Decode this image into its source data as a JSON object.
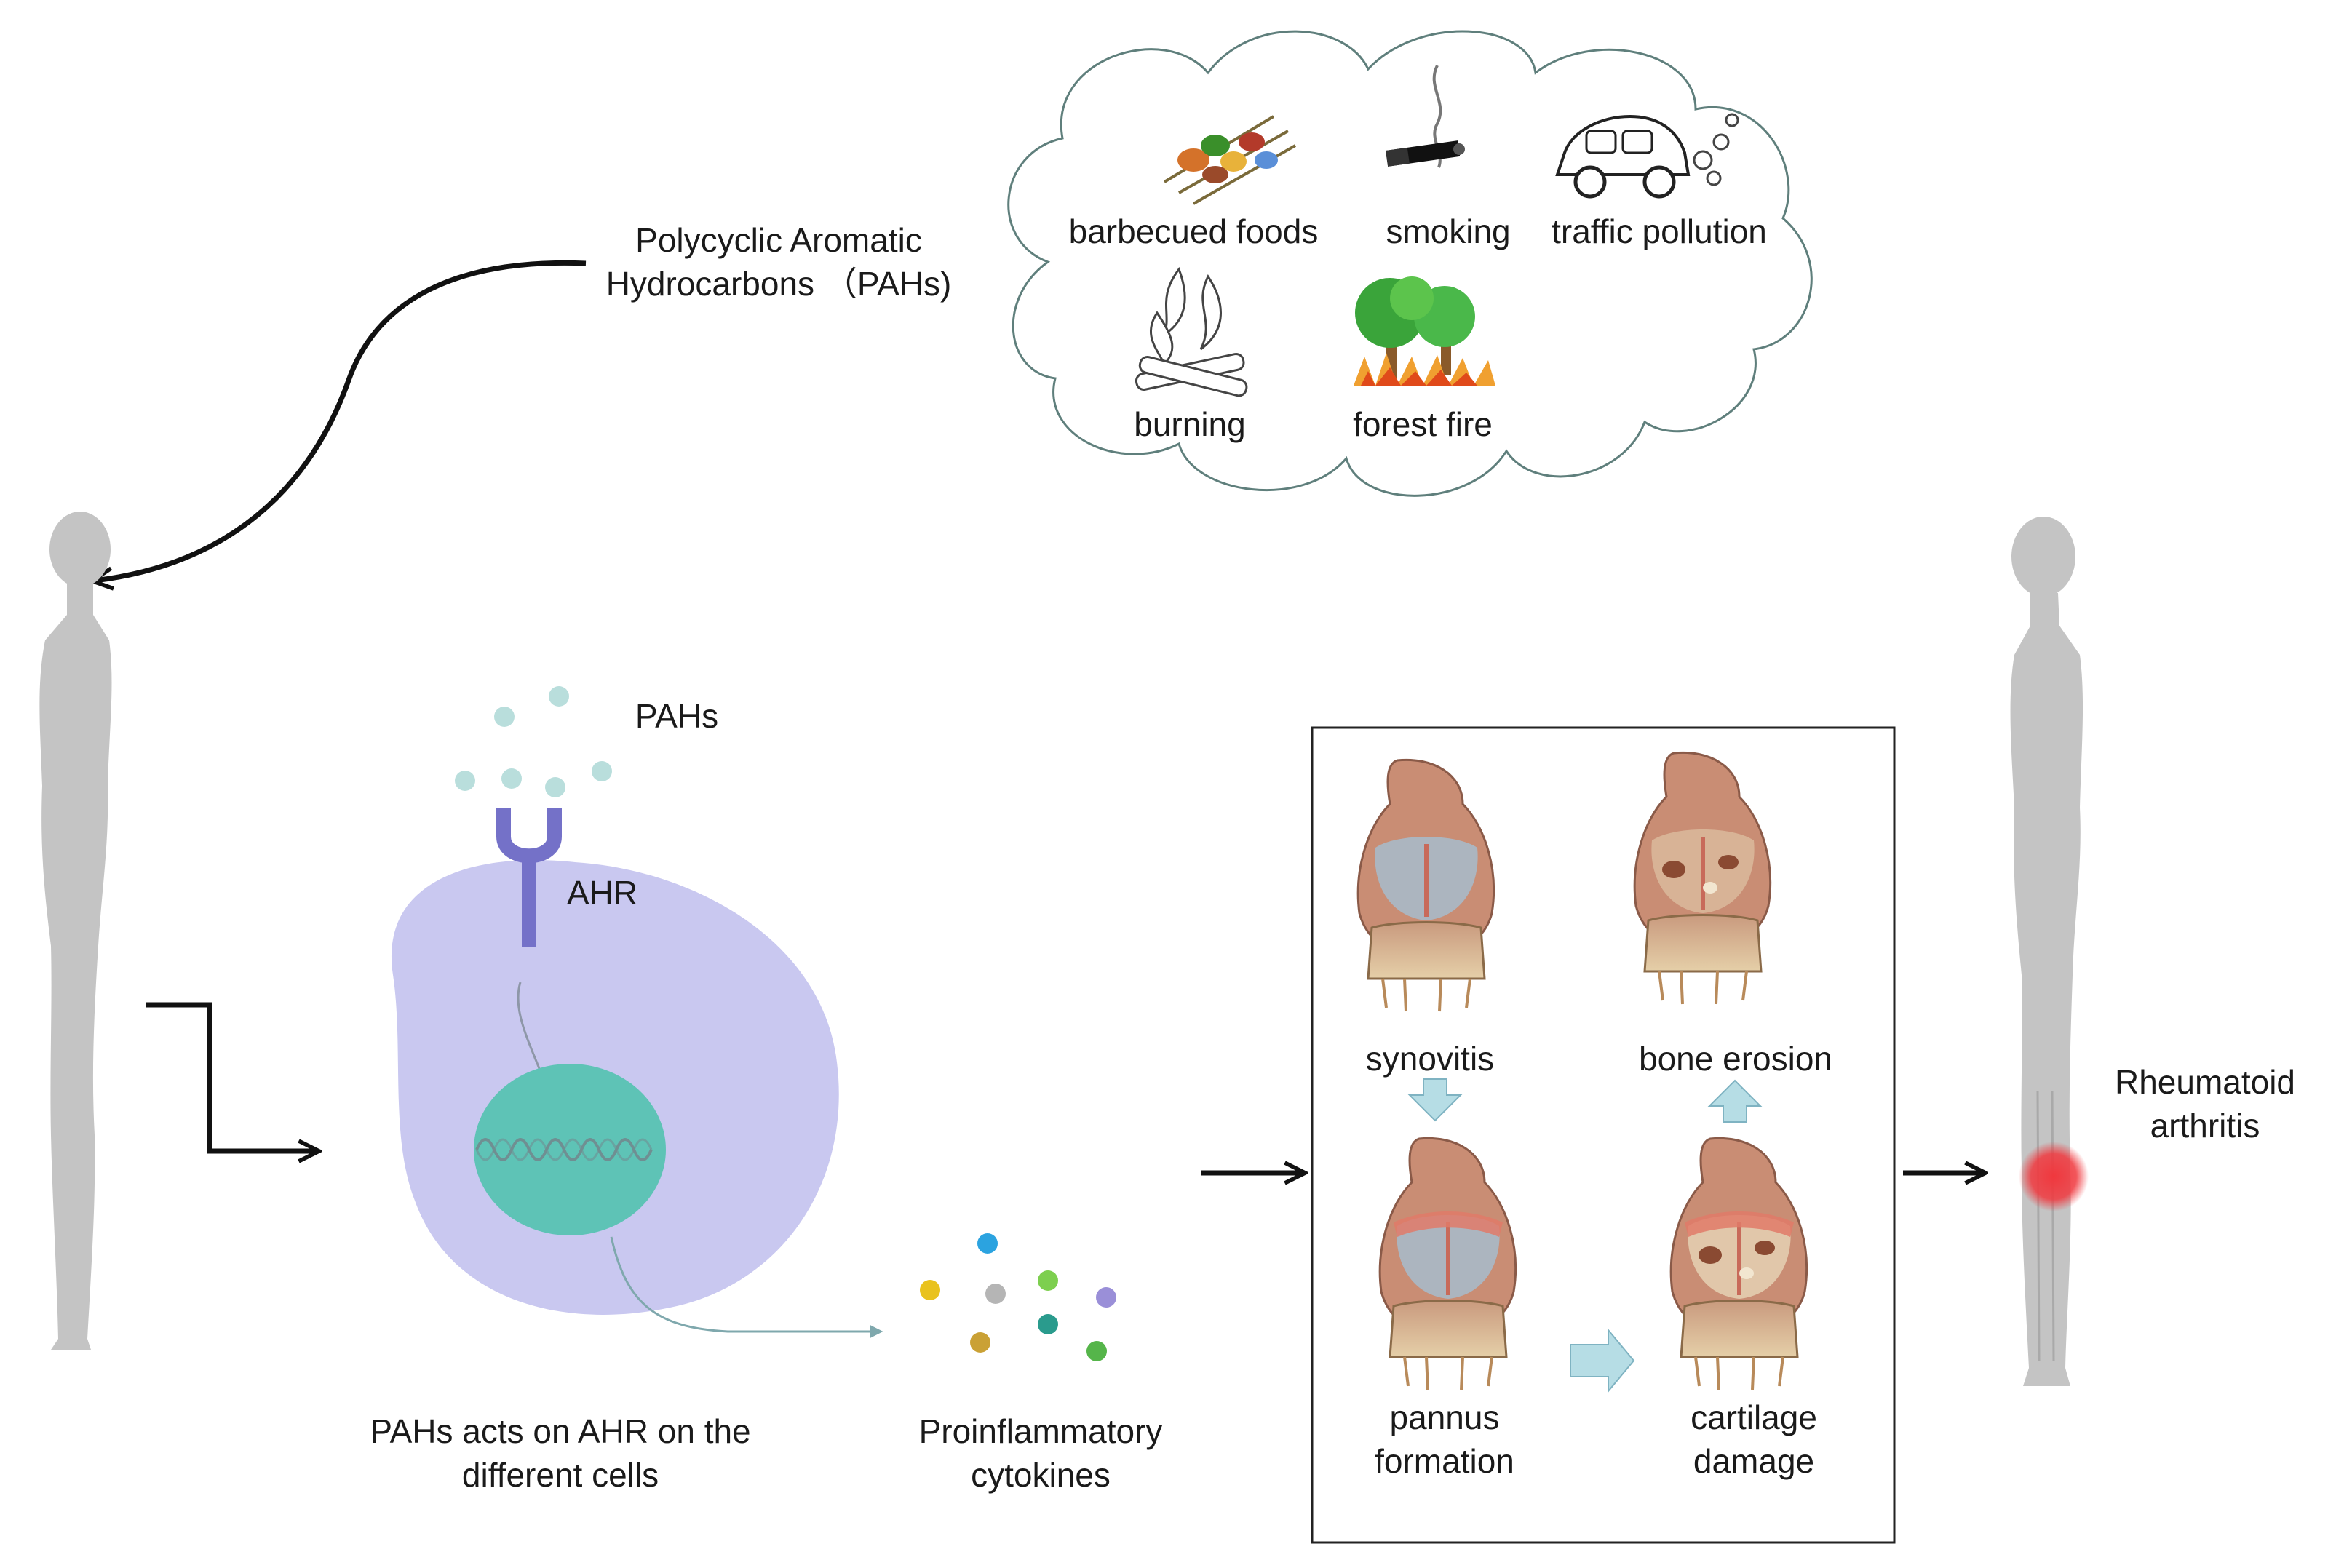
{
  "source_label": {
    "line1": "Polycyclic Aromatic",
    "line2": "Hydrocarbons （PAHs)"
  },
  "sources": [
    {
      "label": "barbecued foods",
      "icon": "barbecue-skewers-icon"
    },
    {
      "label": "smoking",
      "icon": "cigarette-icon"
    },
    {
      "label": "traffic pollution",
      "icon": "car-exhaust-icon"
    },
    {
      "label": "burning",
      "icon": "campfire-icon"
    },
    {
      "label": "forest fire",
      "icon": "forest-fire-icon"
    }
  ],
  "cell": {
    "pahs_label": "PAHs",
    "receptor_label": "AHR",
    "caption_line1": "PAHs acts on AHR on the",
    "caption_line2": "different cells",
    "colors": {
      "cell": "#c9c8f0",
      "nucleus": "#5ec3b6",
      "receptor": "#7471c8",
      "pah_dot": "#b9dedc"
    }
  },
  "cytokines": {
    "label_line1": "Proinflammatory",
    "label_line2": "cytokines",
    "colors": [
      "#2ba3e0",
      "#e9c21d",
      "#b5b5b5",
      "#7dcf4f",
      "#9a8fd8",
      "#caa135",
      "#2a9b8d",
      "#55b54a"
    ]
  },
  "joint_stages": [
    {
      "label_line1": "synovitis",
      "label_line2": ""
    },
    {
      "label_line1": "bone erosion",
      "label_line2": ""
    },
    {
      "label_line1": "pannus",
      "label_line2": "formation"
    },
    {
      "label_line1": "cartilage",
      "label_line2": "damage"
    }
  ],
  "outcome": {
    "line1": "Rheumatoid",
    "line2": "arthritis",
    "inflammation_color": "#f0383e"
  },
  "colors": {
    "silhouette": "#c4c4c4",
    "arrow": "#111111",
    "stage_arrow": "#b6dde5",
    "stage_arrow_stroke": "#7fb3c2"
  }
}
